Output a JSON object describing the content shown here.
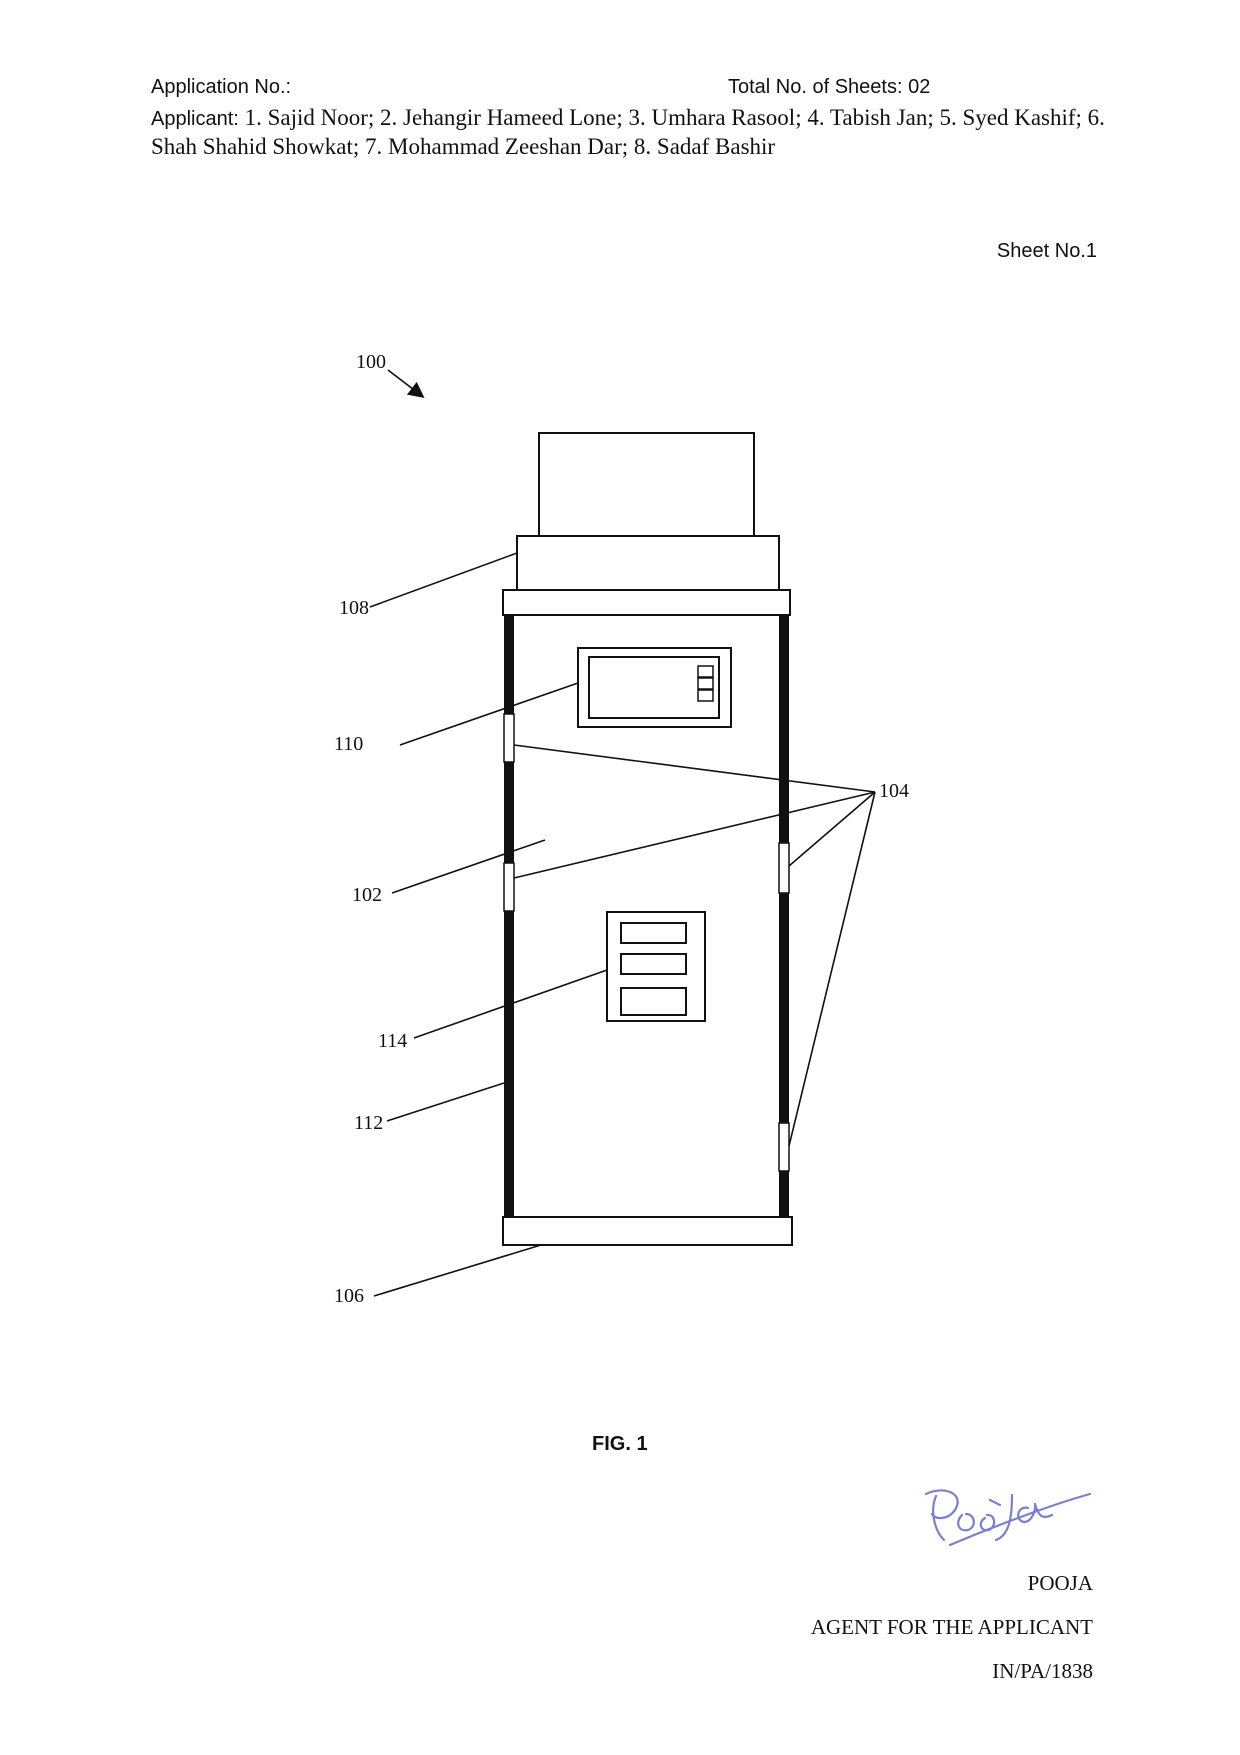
{
  "header": {
    "application_no_label": "Application No.:",
    "total_sheets": "Total No. of Sheets: 02",
    "applicant_label": "Applicant:",
    "applicant_names": "1. Sajid Noor; 2. Jehangir Hameed Lone; 3. Umhara Rasool; 4. Tabish Jan; 5. Syed Kashif; 6. Shah Shahid Showkat; 7. Mohammad Zeeshan Dar; 8. Sadaf Bashir"
  },
  "sheet_no": "Sheet No.1",
  "figure": {
    "refs": {
      "r100": "100",
      "r108": "108",
      "r110": "110",
      "r104": "104",
      "r102": "102",
      "r114": "114",
      "r112": "112",
      "r106": "106"
    },
    "caption": "FIG. 1"
  },
  "signature": {
    "handwriting": "Pooja",
    "ink_color": "#7b7fd0",
    "name": "POOJA",
    "role": "AGENT FOR THE APPLICANT",
    "reg_no": "IN/PA/1838"
  }
}
